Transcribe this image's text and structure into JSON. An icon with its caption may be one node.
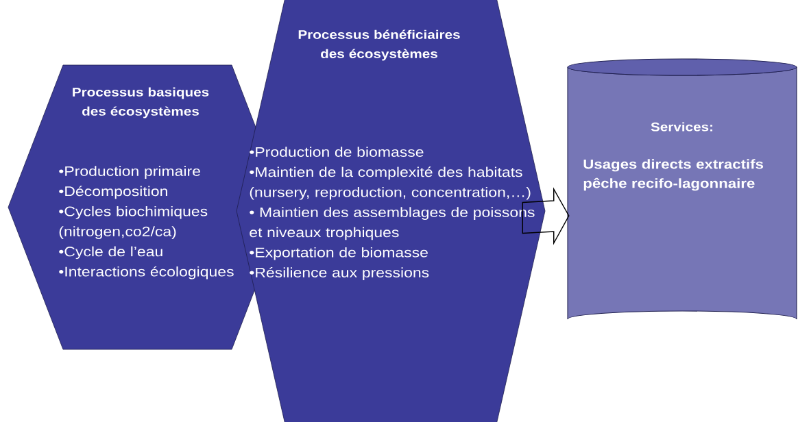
{
  "diagram": {
    "nodes": [
      {
        "text": [
          "Processus basiques des écosystèmes",
          "•Production primaire",
          "•Décomposition",
          "•Cycles biochimiques (nitrogen,co2/ca)",
          "•Cycle de l’eau",
          "•Interactions écologiques"
        ]
      },
      {
        "text": [
          "Processus bénéficiaires des écosystèmes",
          "•Production de biomasse",
          "•Maintien de la complexité des habitats (nursery, reproduction, concentration,…)",
          "• Maintien des assemblages de poissons et niveaux trophiques",
          "•Exportation de biomasse",
          "•Résilience aux pressions"
        ]
      },
      {
        "text": [
          "Services:",
          "Usages directs extractifs pêche recifo-lagonnaire"
        ]
      }
    ],
    "edges": [
      {
        "from": 1,
        "to": 2,
        "arrow": "to"
      }
    ]
  }
}
